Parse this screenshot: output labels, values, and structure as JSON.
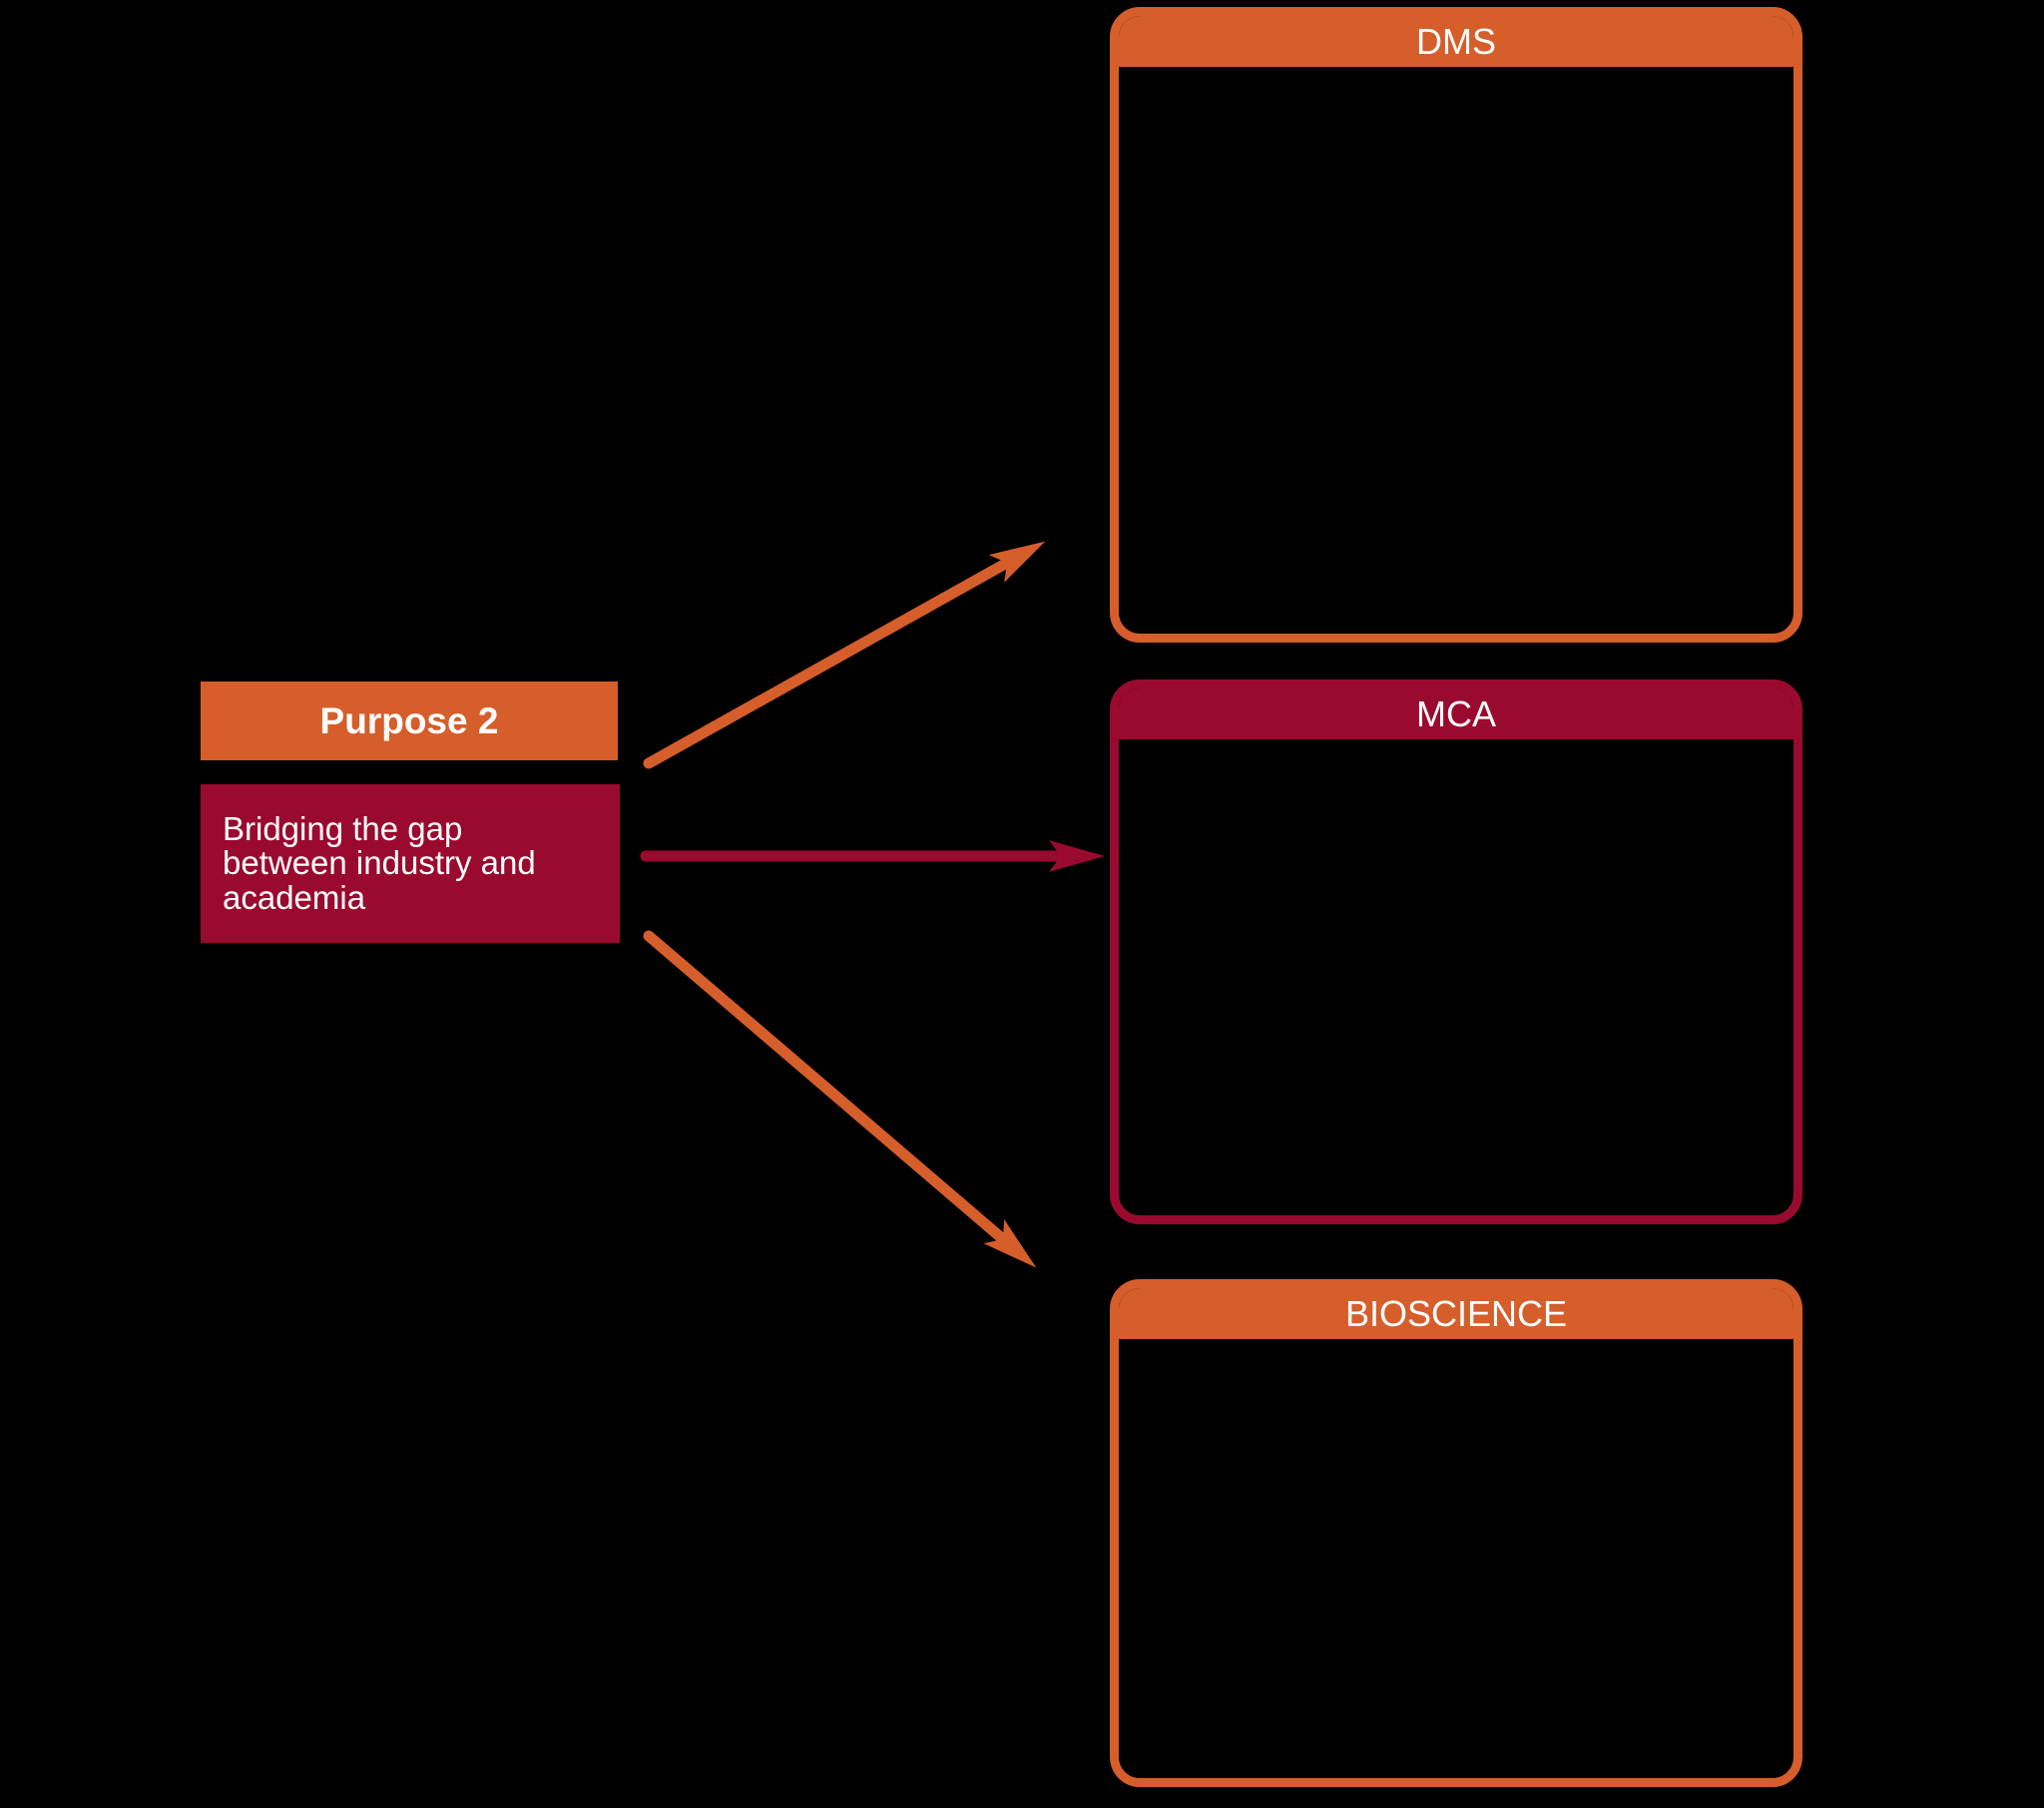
{
  "colors": {
    "orange": "#D55E2B",
    "dark_red": "#9A0A2F",
    "text": "#FFFFFF",
    "background": "#000000"
  },
  "purpose": {
    "title": "Purpose 2",
    "description": "Bridging the gap\nbetween industry and\nacademia"
  },
  "cards": [
    {
      "label": "DMS",
      "theme": "orange"
    },
    {
      "label": "MCA",
      "theme": "red"
    },
    {
      "label": "BIOSCIENCE",
      "theme": "orange"
    }
  ]
}
